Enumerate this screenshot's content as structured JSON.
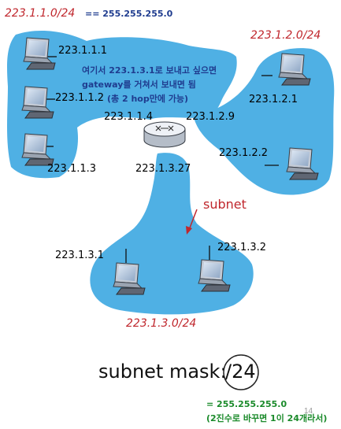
{
  "networks": {
    "net1": {
      "label": "223.1.1.0/24",
      "mask_eq": "== 255.255.255.0"
    },
    "net2": {
      "label": "223.1.2.0/24"
    },
    "net3": {
      "label": "223.1.3.0/24"
    }
  },
  "hosts": {
    "h111": "223.1.1.1",
    "h112": "223.1.1.2",
    "h113": "223.1.1.3",
    "h121": "223.1.2.1",
    "h122": "223.1.2.2",
    "h131": "223.1.3.1",
    "h132": "223.1.3.2"
  },
  "router": {
    "if1": "223.1.1.4",
    "if2": "223.1.2.9",
    "if3": "223.1.3.27"
  },
  "note": {
    "line1": "여기서 223.1.3.1로 보내고 싶으면",
    "line2": "gateway를 거쳐서 보내면 됨",
    "line3": "(총 2 hop만에 가능)"
  },
  "subnet_annotation": "subnet",
  "mask": {
    "label": "subnet mask:",
    "value": "/24",
    "eq": "= 255.255.255.0",
    "explain": "(2진수로 바꾸면 1이 24개라서)"
  },
  "page_number": "14"
}
